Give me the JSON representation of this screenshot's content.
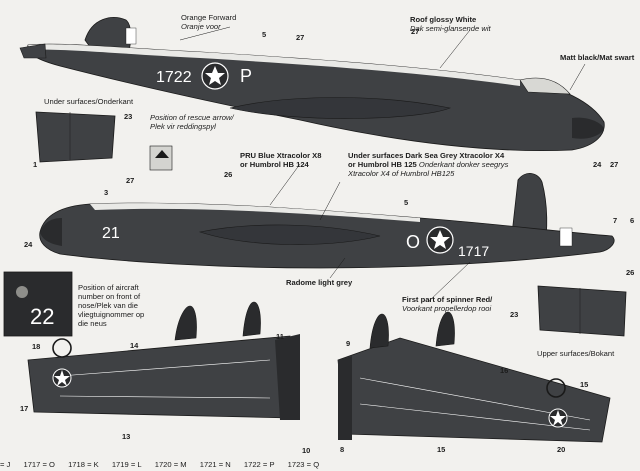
{
  "labels": {
    "orange_forward": "Orange Forward",
    "orange_forward_alt": "Oranje voor",
    "roof_glossy": "Roof glossy White",
    "roof_glossy_alt": "Dak semi-glansende wit",
    "matt_black": "Matt black/Mat swart",
    "under_surfaces": "Under surfaces/Onderkant",
    "rescue_arrow": "Position of rescue arrow/",
    "rescue_arrow_alt": "Plek vir reddingspyl",
    "pru_blue": "PRU Blue  Xtracolor X8",
    "pru_blue_2": "or Humbrol HB 124",
    "under_dsg": "Under surfaces Dark Sea Grey Xtracolor X4",
    "under_dsg_2": "or Humbrol HB 125",
    "under_dsg_alt": "Onderkant donker seegrys",
    "under_dsg_alt_2": "Xtracolor X4 of Humbrol HB125",
    "aircraft_number_1": "Position of aircraft",
    "aircraft_number_2": "number on front of",
    "aircraft_number_3": "nose/Plek van die",
    "aircraft_number_4": "vliegtuignommer op",
    "aircraft_number_5": "die neus",
    "radome": "Radome light grey",
    "spinner": "First part of spinner Red/",
    "spinner_alt": "Voorkant propellerdop rooi",
    "upper_surfaces": "Upper surfaces/Bokant"
  },
  "aircraft": {
    "top_serial": "1722",
    "top_code": "P",
    "bottom_serial": "1717",
    "bottom_code": "O",
    "bottom_nose_number": "21",
    "inset_number": "22"
  },
  "callouts": {
    "n5a": "5",
    "n27a": "27",
    "n27b": "27",
    "n24a": "24",
    "n27c": "27",
    "n23a": "23",
    "n1": "1",
    "n26a": "26",
    "n3": "3",
    "n27d": "27",
    "n24b": "24",
    "n5b": "5",
    "n7": "7",
    "n6": "6",
    "n26b": "26",
    "n23b": "23",
    "n18": "18",
    "n14": "14",
    "n11": "11",
    "n17": "17",
    "n13": "13",
    "n10": "10",
    "n9": "9",
    "n16": "16",
    "n15a": "15",
    "n8": "8",
    "n15b": "15",
    "n20": "20"
  },
  "codes": [
    "= J",
    "1717 = O",
    "1718 = K",
    "1719 = L",
    "1720 = M",
    "1721 = N",
    "1722 = P",
    "1723 = Q"
  ],
  "colors": {
    "paint": "#3f4144",
    "paint_dark": "#2a2b2d",
    "roof": "#e9e9e6",
    "marking": "#ffffff",
    "paper": "#f2f1ee"
  }
}
